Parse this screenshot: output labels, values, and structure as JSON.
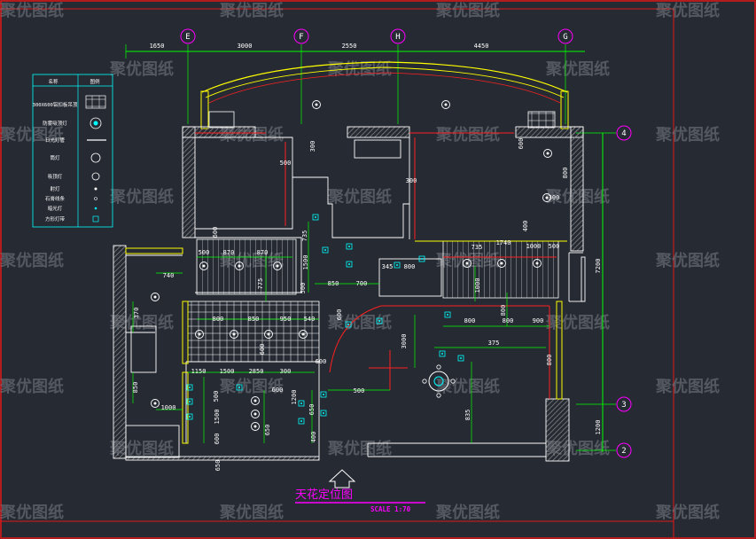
{
  "drawing": {
    "title": "天花定位图",
    "scale": "SCALE 1:70",
    "watermark": "聚优图纸"
  },
  "grid_axes": {
    "top": [
      "E",
      "F",
      "H",
      "G"
    ],
    "right": [
      "4",
      "3",
      "2"
    ]
  },
  "dimensions": {
    "top": [
      "1650",
      "3000",
      "2550",
      "4450"
    ],
    "right": [
      "7200",
      "1200"
    ],
    "interior": [
      "300",
      "500",
      "300",
      "600",
      "800",
      "300",
      "400",
      "500",
      "870",
      "870",
      "740",
      "600",
      "775",
      "500",
      "850",
      "700",
      "345",
      "800",
      "800",
      "850",
      "950",
      "540",
      "800",
      "800",
      "900",
      "800",
      "375",
      "1000",
      "1000",
      "500",
      "600",
      "3000",
      "1150",
      "1500",
      "2850",
      "300",
      "600",
      "500",
      "800",
      "600",
      "1200",
      "500",
      "1500",
      "600",
      "650",
      "650",
      "650",
      "400",
      "835",
      "850",
      "1000",
      "370",
      "1740",
      "735",
      "735",
      "1500",
      "600"
    ]
  },
  "legend": {
    "headers": [
      "名称",
      "图例"
    ],
    "rows": [
      "300X600铝扣板吊顶",
      "防雾吸顶灯",
      "日光灯管",
      "筒灯",
      "吸顶灯",
      "射灯",
      "石膏线条",
      "暗光灯",
      "方形灯带"
    ]
  },
  "colors": {
    "background": "#262a33",
    "wall": "#ffffff",
    "wall_hatch": "#9a9a9a",
    "dimension": "#00ff00",
    "grid_line": "#00ff00",
    "fixture": "#00ffff",
    "accent_red": "#ff2020",
    "accent_yellow": "#ffff00",
    "title": "#ff00ff"
  }
}
